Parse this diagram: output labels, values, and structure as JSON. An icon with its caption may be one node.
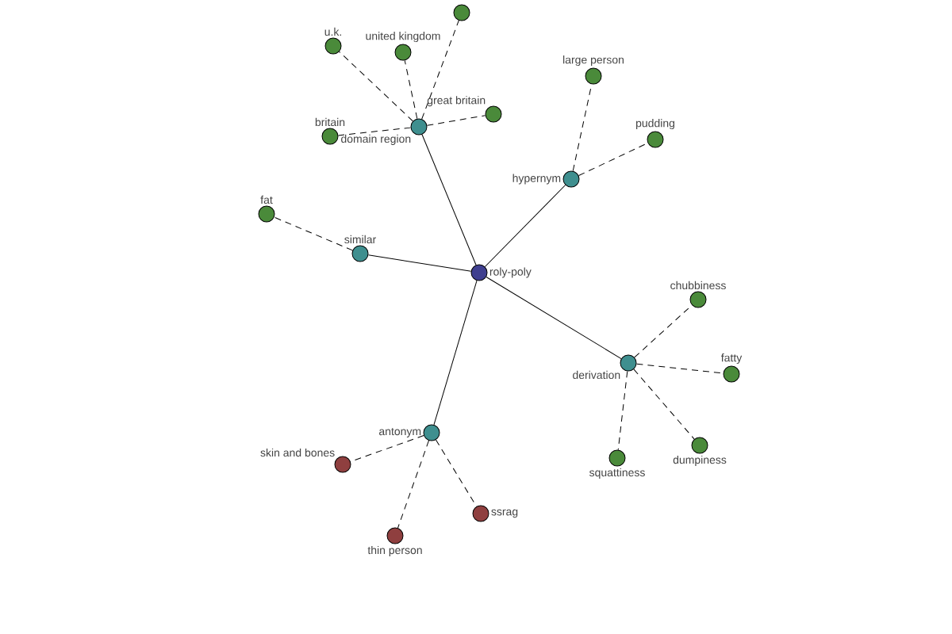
{
  "diagram": {
    "nodes": [
      {
        "text": [
          "roly-poly"
        ]
      },
      {
        "text": [
          "domain region"
        ]
      },
      {
        "text": [
          "u.k."
        ]
      },
      {
        "text": [
          "united kingdom"
        ]
      },
      {
        "text": [],
        "shape": "circle"
      },
      {
        "text": [
          "britain"
        ]
      },
      {
        "text": [
          "great britain"
        ]
      },
      {
        "text": [
          "hypernym"
        ]
      },
      {
        "text": [
          "large person"
        ]
      },
      {
        "text": [
          "pudding"
        ]
      },
      {
        "text": [
          "similar"
        ]
      },
      {
        "text": [
          "fat"
        ]
      },
      {
        "text": [
          "derivation"
        ]
      },
      {
        "text": [
          "chubbiness"
        ]
      },
      {
        "text": [
          "fatty"
        ]
      },
      {
        "text": [
          "dumpiness"
        ]
      },
      {
        "text": [
          "squattiness"
        ]
      },
      {
        "text": [
          "antonym"
        ]
      },
      {
        "text": [
          "skin and bones"
        ]
      },
      {
        "text": [
          "thin person"
        ]
      },
      {
        "text": [
          "ssrag"
        ]
      }
    ],
    "edges": [
      {
        "from": 0,
        "to": 1,
        "arrow": "none"
      },
      {
        "from": 0,
        "to": 7,
        "arrow": "none"
      },
      {
        "from": 0,
        "to": 10,
        "arrow": "none"
      },
      {
        "from": 0,
        "to": 12,
        "arrow": "none"
      },
      {
        "from": 0,
        "to": 17,
        "arrow": "none"
      },
      {
        "from": 1,
        "to": 2,
        "arrow": "none",
        "style": "dashed"
      },
      {
        "from": 1,
        "to": 3,
        "arrow": "none",
        "style": "dashed"
      },
      {
        "from": 1,
        "to": 4,
        "arrow": "none",
        "style": "dashed"
      },
      {
        "from": 1,
        "to": 5,
        "arrow": "none",
        "style": "dashed"
      },
      {
        "from": 1,
        "to": 6,
        "arrow": "none",
        "style": "dashed"
      },
      {
        "from": 7,
        "to": 8,
        "arrow": "none",
        "style": "dashed"
      },
      {
        "from": 7,
        "to": 9,
        "arrow": "none",
        "style": "dashed"
      },
      {
        "from": 10,
        "to": 11,
        "arrow": "none",
        "style": "dashed"
      },
      {
        "from": 12,
        "to": 13,
        "arrow": "none",
        "style": "dashed"
      },
      {
        "from": 12,
        "to": 14,
        "arrow": "none",
        "style": "dashed"
      },
      {
        "from": 12,
        "to": 15,
        "arrow": "none",
        "style": "dashed"
      },
      {
        "from": 12,
        "to": 16,
        "arrow": "none",
        "style": "dashed"
      },
      {
        "from": 17,
        "to": 18,
        "arrow": "none",
        "style": "dashed"
      },
      {
        "from": 17,
        "to": 19,
        "arrow": "none",
        "style": "dashed"
      },
      {
        "from": 17,
        "to": 20,
        "arrow": "none",
        "style": "dashed"
      }
    ]
  }
}
